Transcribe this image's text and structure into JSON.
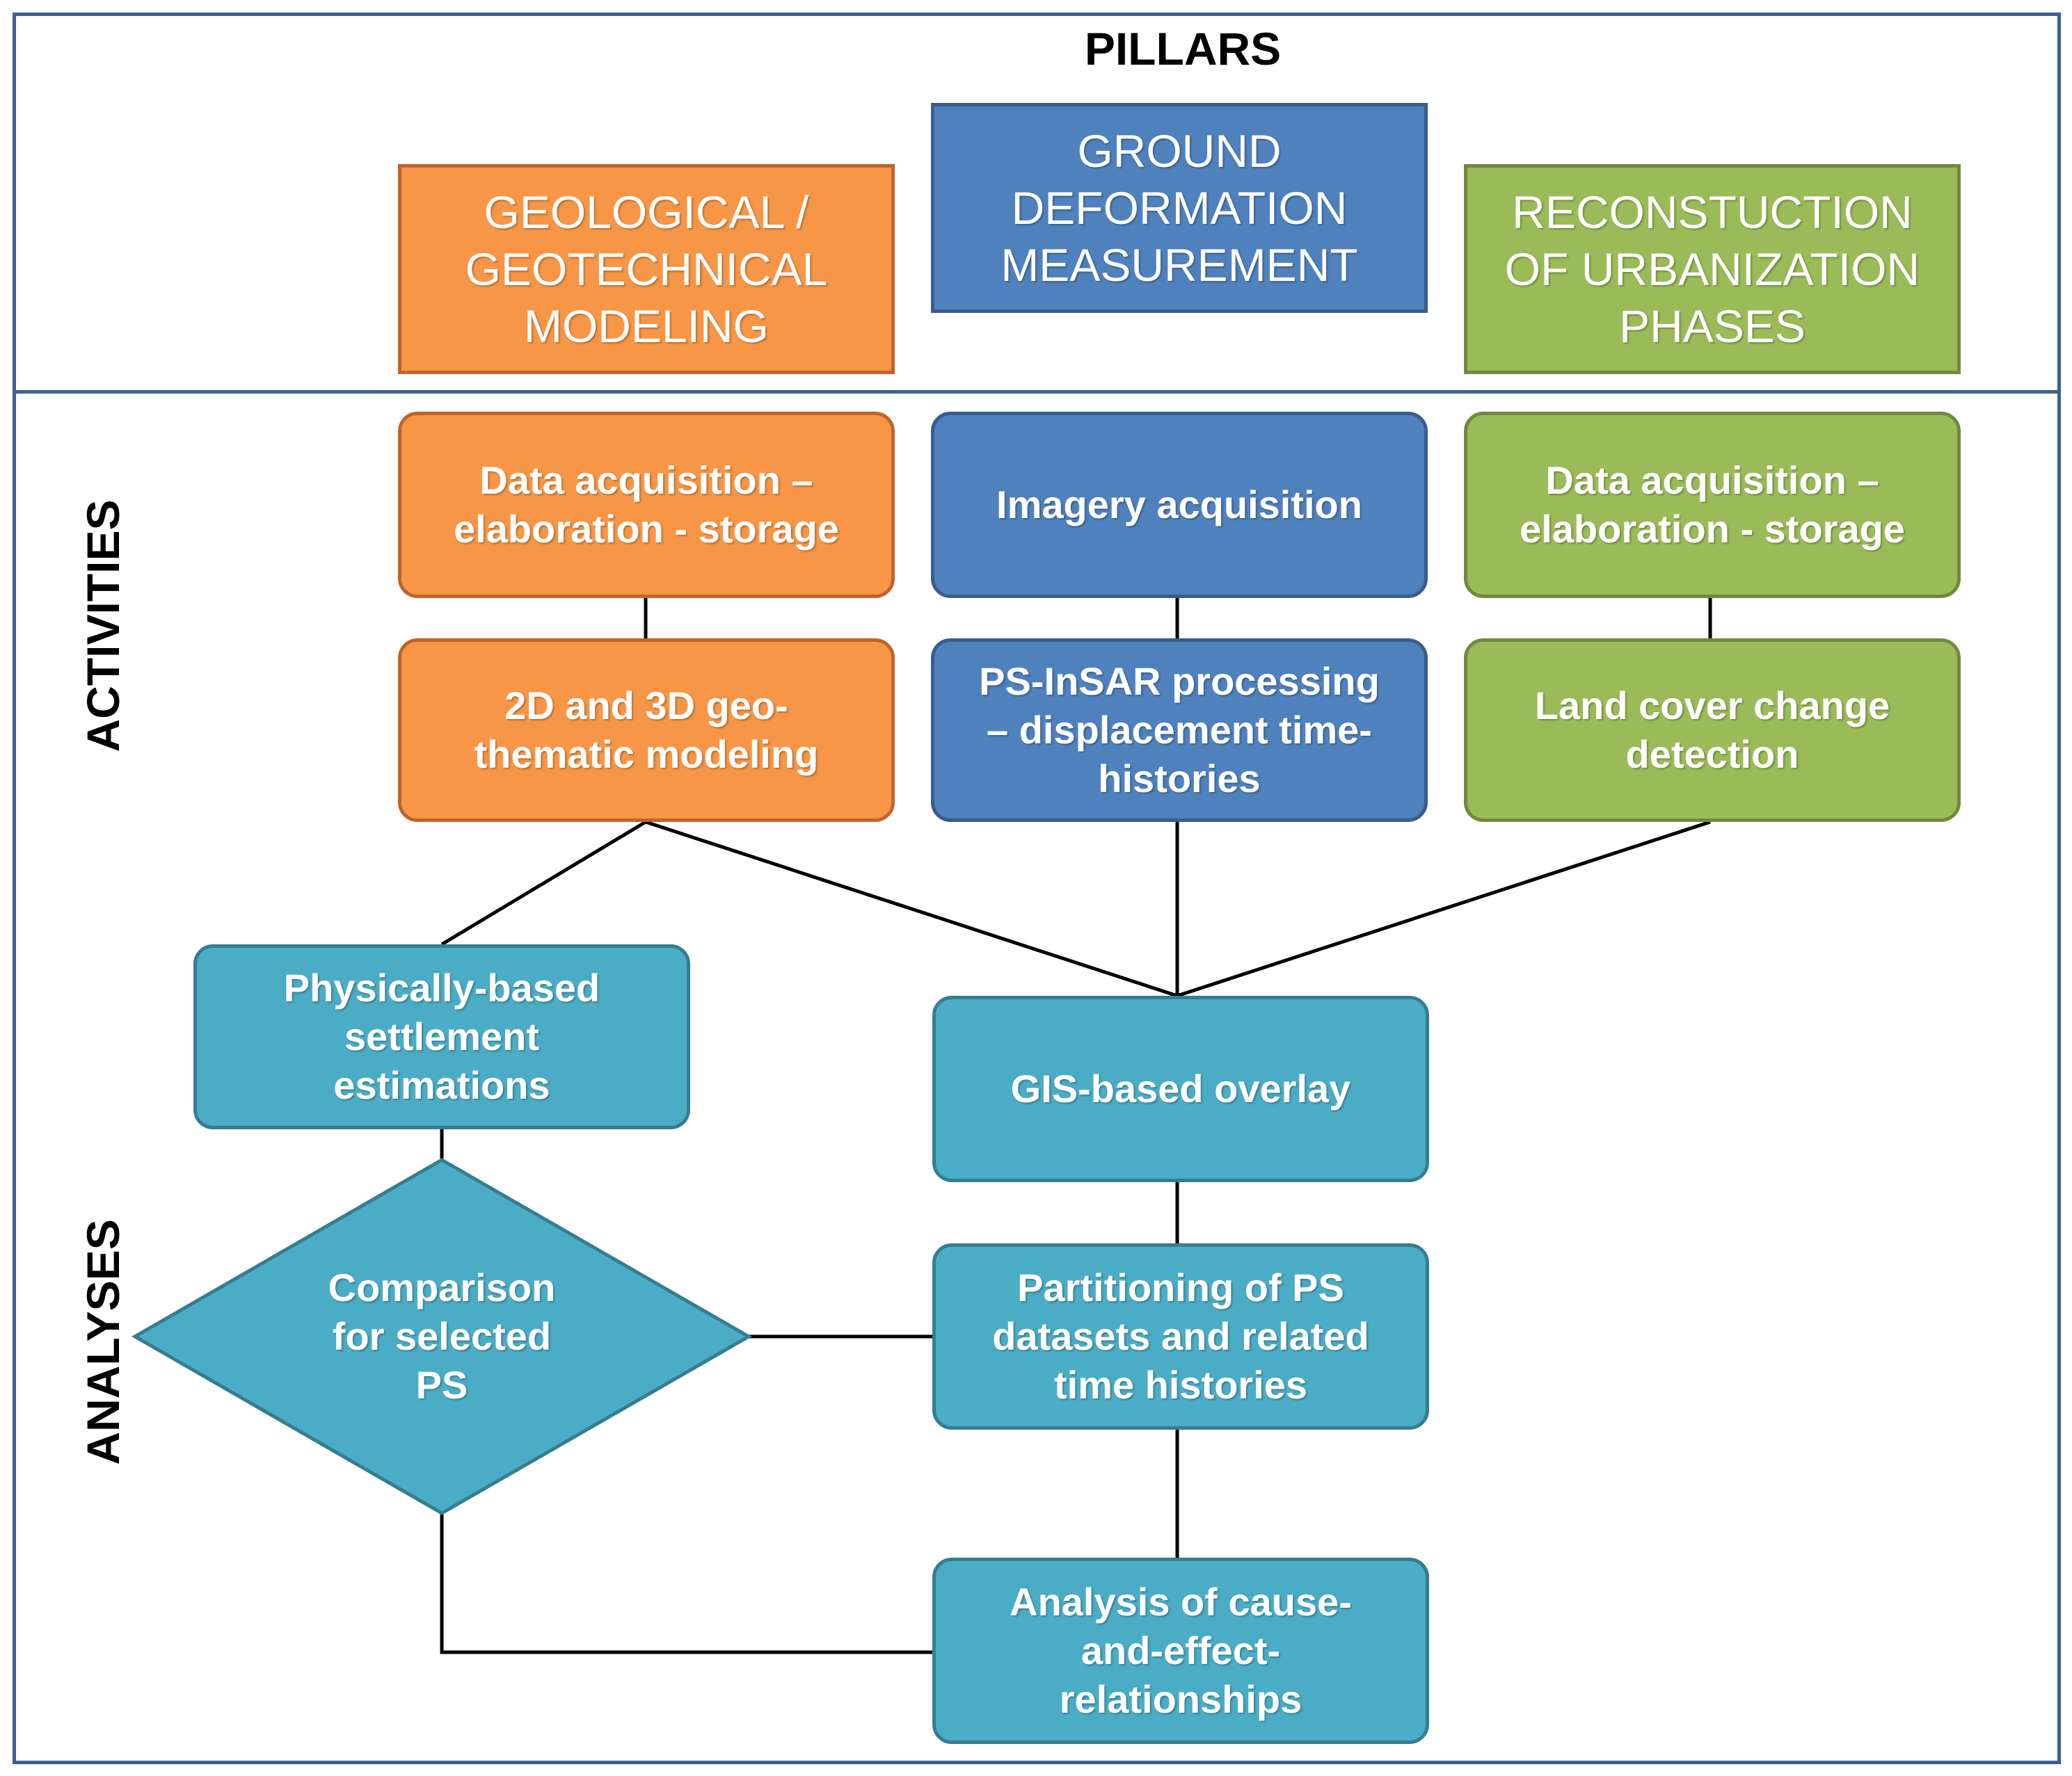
{
  "header": {
    "title": "PILLARS"
  },
  "side_labels": {
    "activities": "ACTIVITIES",
    "analyses": "ANALYSES"
  },
  "colors": {
    "orange": "#f79646",
    "orange_border": "#c0642a",
    "blue": "#4f81bd",
    "blue_border": "#385d8a",
    "green": "#9bbb59",
    "green_border": "#71893f",
    "teal": "#4bacc6",
    "teal_border": "#357d91",
    "frame": "#3f5f8f",
    "connector": "#000000"
  },
  "pillars": [
    {
      "label": "GEOLOGICAL /\nGEOTECHNICAL\nMODELING"
    },
    {
      "label": "GROUND\nDEFORMATION\nMEASUREMENT"
    },
    {
      "label": "RECONSTUCTION\nOF URBANIZATION\nPHASES"
    }
  ],
  "activities": {
    "geo_data": "Data acquisition –\nelaboration - storage",
    "geo_model": "2D and 3D geo-\nthematic modeling",
    "imagery": "Imagery acquisition",
    "psinsar": "PS-InSAR processing\n– displacement time-\nhistories",
    "urban_data": "Data acquisition –\nelaboration - storage",
    "land_cover": "Land cover change\ndetection"
  },
  "analyses": {
    "physical": "Physically-based\nsettlement\nestimations",
    "gis": "GIS-based overlay",
    "comparison": "Comparison\nfor selected\nPS",
    "partitioning": "Partitioning of PS\ndatasets and related\ntime histories",
    "cause_effect": "Analysis of cause-\nand-effect-\nrelationships"
  }
}
